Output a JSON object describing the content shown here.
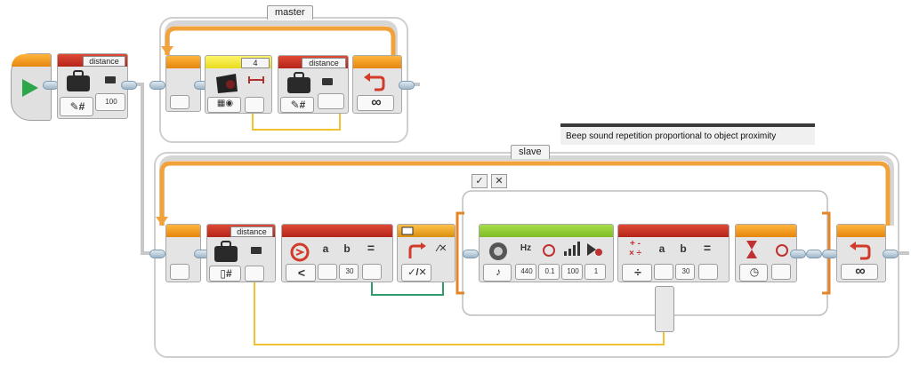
{
  "program": {
    "start_block": {
      "icon": "play-icon",
      "color": "#2da54a"
    },
    "init_block": {
      "label": "distance",
      "value": "100"
    }
  },
  "master_loop": {
    "name": "master",
    "sensor_block": {
      "port_label": "4"
    },
    "variable_block": {
      "label": "distance"
    },
    "loop_end": {
      "symbol": "∞"
    }
  },
  "comment": {
    "text": "Beep sound repetition proportional to object proximity"
  },
  "slave_loop": {
    "name": "slave",
    "read_block": {
      "label": "distance"
    },
    "compare_block": {
      "a_label": "a",
      "b_label": "b",
      "eq_label": "=",
      "op_symbol": "<",
      "b_value": "30"
    },
    "switch_block": {
      "true_false_symbol": "✓/✕"
    },
    "switch_controls": {
      "check": "✓",
      "close": "✕"
    },
    "sound_block": {
      "hz_label": "Hz",
      "params": [
        "440",
        "0.1",
        "100",
        "1"
      ]
    },
    "math_block": {
      "ops": "+ -\n× ÷",
      "a_label": "a",
      "b_label": "b",
      "eq_label": "=",
      "op_symbol": "÷",
      "b_value": "30"
    },
    "wait_block": {},
    "loop_end": {
      "symbol": "∞"
    }
  },
  "colors": {
    "loop_orange": "#f2a23a",
    "wire_yellow": "#f2c233",
    "wire_green": "#2f9a6a",
    "wire_gray": "#c8c8c8",
    "block_red": "#c83222",
    "sound_green": "#8fcf34"
  }
}
